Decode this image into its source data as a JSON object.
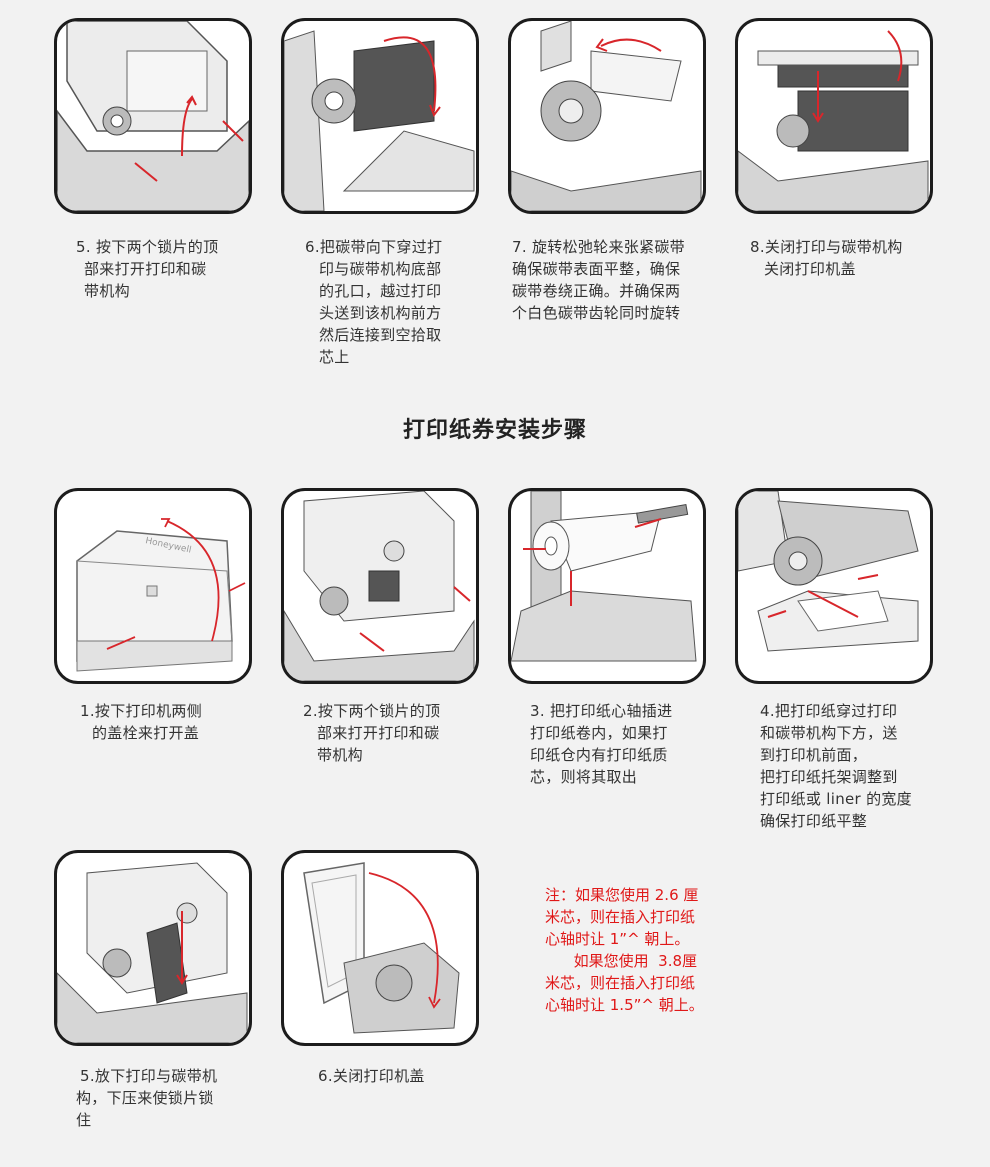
{
  "section_title": "打印纸券安装步骤",
  "ribbon_steps": [
    {
      "lines": [
        "5. 按下两个锁片的顶",
        "部来打开打印和碳",
        "带机构"
      ]
    },
    {
      "lines": [
        "6.把碳带向下穿过打",
        "印与碳带机构底部",
        "的孔口，越过打印",
        "头送到该机构前方",
        "然后连接到空拾取",
        "芯上"
      ]
    },
    {
      "lines": [
        "7. 旋转松弛轮来张紧碳带",
        "确保碳带表面平整，确保",
        "碳带卷绕正确。并确保两",
        "个白色碳带齿轮同时旋转"
      ]
    },
    {
      "lines": [
        "8.关闭打印与碳带机构",
        "关闭打印机盖"
      ]
    }
  ],
  "paper_steps": [
    {
      "lines": [
        "1.按下打印机两侧",
        "的盖栓来打开盖"
      ]
    },
    {
      "lines": [
        "2.按下两个锁片的顶",
        "部来打开打印和碳",
        "带机构"
      ]
    },
    {
      "lines": [
        "3. 把打印纸心轴插进",
        "打印纸卷内，如果打",
        "印纸仓内有打印纸质",
        "芯，则将其取出"
      ]
    },
    {
      "lines": [
        "4.把打印纸穿过打印",
        "和碳带机构下方，送",
        "到打印机前面，",
        "把打印纸托架调整到",
        "打印纸或 liner 的宽度",
        "确保打印纸平整"
      ]
    },
    {
      "lines": [
        "5.放下打印与碳带机",
        "构，下压来使锁片锁",
        "住"
      ]
    },
    {
      "lines": [
        "6.关闭打印机盖"
      ]
    }
  ],
  "note": {
    "lines": [
      "注：如果您使用 2.6 厘",
      "米芯，则在插入打印纸",
      "心轴时让 1”^ 朝上。",
      "      如果您使用  3.8厘",
      "米芯，则在插入打印纸",
      "心轴时让 1.5”^ 朝上。"
    ]
  },
  "colors": {
    "arrow": "#d8262b",
    "frame": "#1c1c1c",
    "note": "#e01818",
    "ribbon": "#555555"
  },
  "brand_logo_text": "Honeywell"
}
